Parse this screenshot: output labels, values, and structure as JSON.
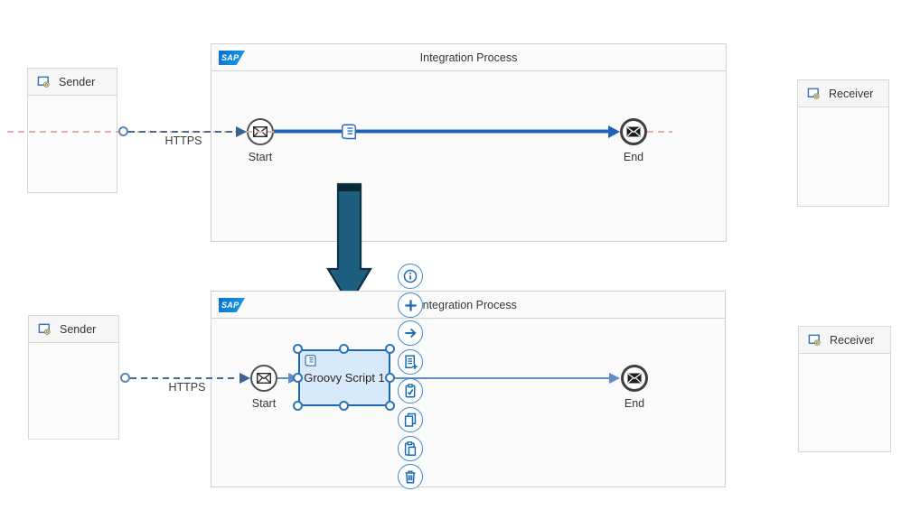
{
  "colors": {
    "sap_blue": "#0f7bd8",
    "accent_blue": "#0a6ed1",
    "sequence_flow_blue": "#1f64b4",
    "connector_dash_blue": "#49699c",
    "message_flow_pink": "#e7aeaa",
    "selection_border": "#1a67b2",
    "selection_fill": "#d8e9f9",
    "transition_arrow_fill": "#1e5f7e"
  },
  "top_diagram": {
    "sender_label": "Sender",
    "receiver_label": "Receiver",
    "process_title": "Integration Process",
    "sap_logo_text": "SAP",
    "start_label": "Start",
    "end_label": "End",
    "adapter_label": "HTTPS",
    "dragged_step_icon": "script-scroll-icon"
  },
  "bottom_diagram": {
    "sender_label": "Sender",
    "receiver_label": "Receiver",
    "process_title": "Integration Process",
    "sap_logo_text": "SAP",
    "start_label": "Start",
    "end_label": "End",
    "adapter_label": "HTTPS",
    "selected_step_label": "Groovy Script 1",
    "selected_step_icon": "script-scroll-icon",
    "context_menu_icons": [
      "info-icon",
      "plus-icon",
      "arrow-right-icon",
      "document-add-icon",
      "clipboard-check-icon",
      "copy-icon",
      "paste-icon",
      "trash-icon"
    ]
  }
}
